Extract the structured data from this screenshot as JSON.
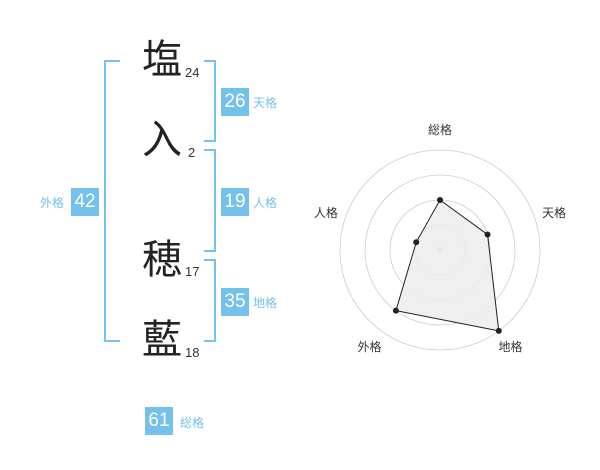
{
  "name_chars": [
    {
      "char": "塩",
      "strokes": "24"
    },
    {
      "char": "入",
      "strokes": "2"
    },
    {
      "char": "穂",
      "strokes": "17"
    },
    {
      "char": "藍",
      "strokes": "18"
    }
  ],
  "fortunes": {
    "tenkaku": {
      "label": "天格",
      "value": "26"
    },
    "jinkaku": {
      "label": "人格",
      "value": "19"
    },
    "chikaku": {
      "label": "地格",
      "value": "35"
    },
    "gaikaku": {
      "label": "外格",
      "value": "42"
    },
    "soukaku": {
      "label": "総格",
      "value": "61"
    }
  },
  "chart_data": {
    "type": "radar",
    "axes": [
      "総格",
      "天格",
      "地格",
      "外格",
      "人格"
    ],
    "values": [
      2,
      2,
      4,
      3,
      1
    ],
    "max": 4,
    "rings": 4,
    "colors": {
      "fill": "#ececec",
      "line": "#222222",
      "grid": "#cccccc",
      "point": "#222222"
    }
  }
}
